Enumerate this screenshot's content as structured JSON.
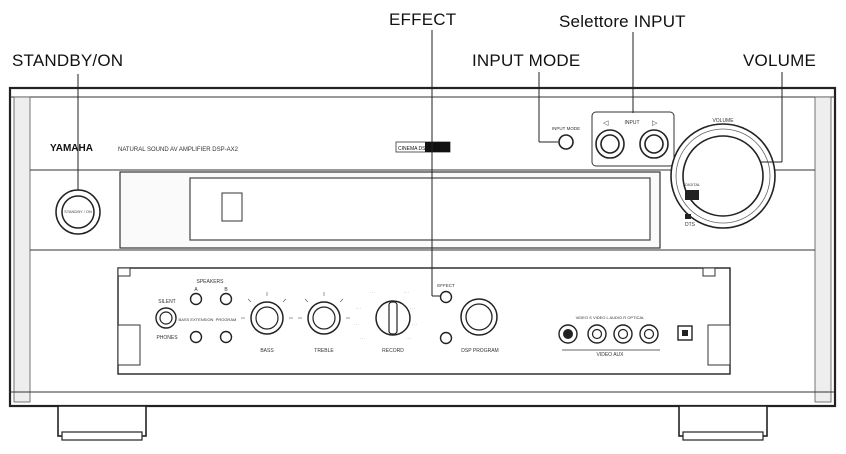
{
  "callouts": {
    "standby": "STANDBY/ON",
    "effect": "EFFECT",
    "selettore": "Selettore INPUT",
    "input_mode": "INPUT MODE",
    "volume": "VOLUME"
  },
  "panel": {
    "brand": "YAMAHA",
    "model": "NATURAL SOUND  AV AMPLIFIER  DSP-AX2",
    "dsp_badge": "CINEMA DSP",
    "input_mode_small": "INPUT MODE",
    "input_small": "INPUT",
    "volume_small": "VOLUME",
    "standby_small": "STANDBY / ON",
    "dolby": "DIGITAL",
    "dts": "DTS"
  },
  "subpanel": {
    "speakers": "SPEAKERS",
    "spk_a": "A",
    "spk_b": "B",
    "silent": "SILENT",
    "phones": "PHONES",
    "bass_ext": "BASS EXTENSION",
    "program": "PROGRAM",
    "bass": "BASS",
    "treble": "TREBLE",
    "record": "RECORD",
    "effect_small": "EFFECT",
    "dsp_program": "DSP PROGRAM",
    "video_aux": "VIDEO AUX",
    "video_inputs": "VIDEO  S VIDEO  L  AUDIO  R  OPTICAL",
    "optical": "OPTICAL"
  }
}
